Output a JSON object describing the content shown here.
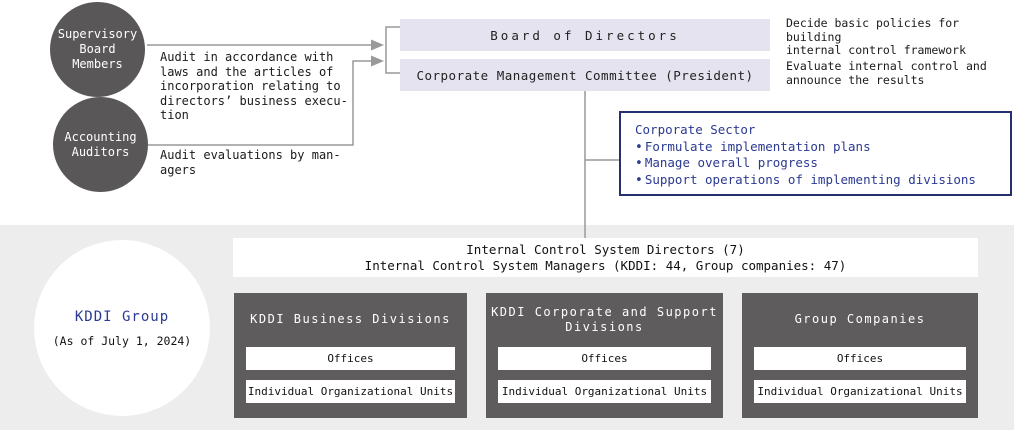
{
  "auditors": {
    "supervisory_label": "Supervisory\nBoard\nMembers",
    "supervisory_note": "Audit in accordance with\nlaws and the articles of\nincorporation relating to\ndirectors’ business execu-\ntion",
    "accounting_label": "Accounting\nAuditors",
    "accounting_note": "Audit evaluations by man-\nagers"
  },
  "governance": {
    "board_label": "Board of Directors",
    "board_note": "Decide basic policies for building\ninternal control framework",
    "committee_label": "Corporate Management Committee (President)",
    "committee_note": "Evaluate internal control and\nannounce the results"
  },
  "corporate_sector": {
    "title": "Corporate Sector",
    "bullets": [
      "Formulate implementation plans",
      "Manage overall progress",
      "Support operations of implementing divisions"
    ]
  },
  "control_system": {
    "line1": "Internal Control System Directors (7)",
    "line2": "Internal Control System Managers (KDDI: 44, Group companies: 47)"
  },
  "group_badge": {
    "title": "KDDI Group",
    "subtitle": "(As of July 1, 2024)"
  },
  "divisions": [
    {
      "title": "KDDI Business Divisions",
      "subs": [
        "Offices",
        "Individual Organizational Units"
      ]
    },
    {
      "title": "KDDI Corporate and Support\nDivisions",
      "subs": [
        "Offices",
        "Individual Organizational Units"
      ]
    },
    {
      "title": "Group Companies",
      "subs": [
        "Offices",
        "Individual Organizational Units"
      ]
    }
  ],
  "colors": {
    "accent_blue": "#2b3a92",
    "navy_border": "#26306e",
    "dark_gray": "#595757",
    "lavender_box": "#e4e3ef",
    "lower_background": "#ededee",
    "connector_gray": "#999999"
  }
}
